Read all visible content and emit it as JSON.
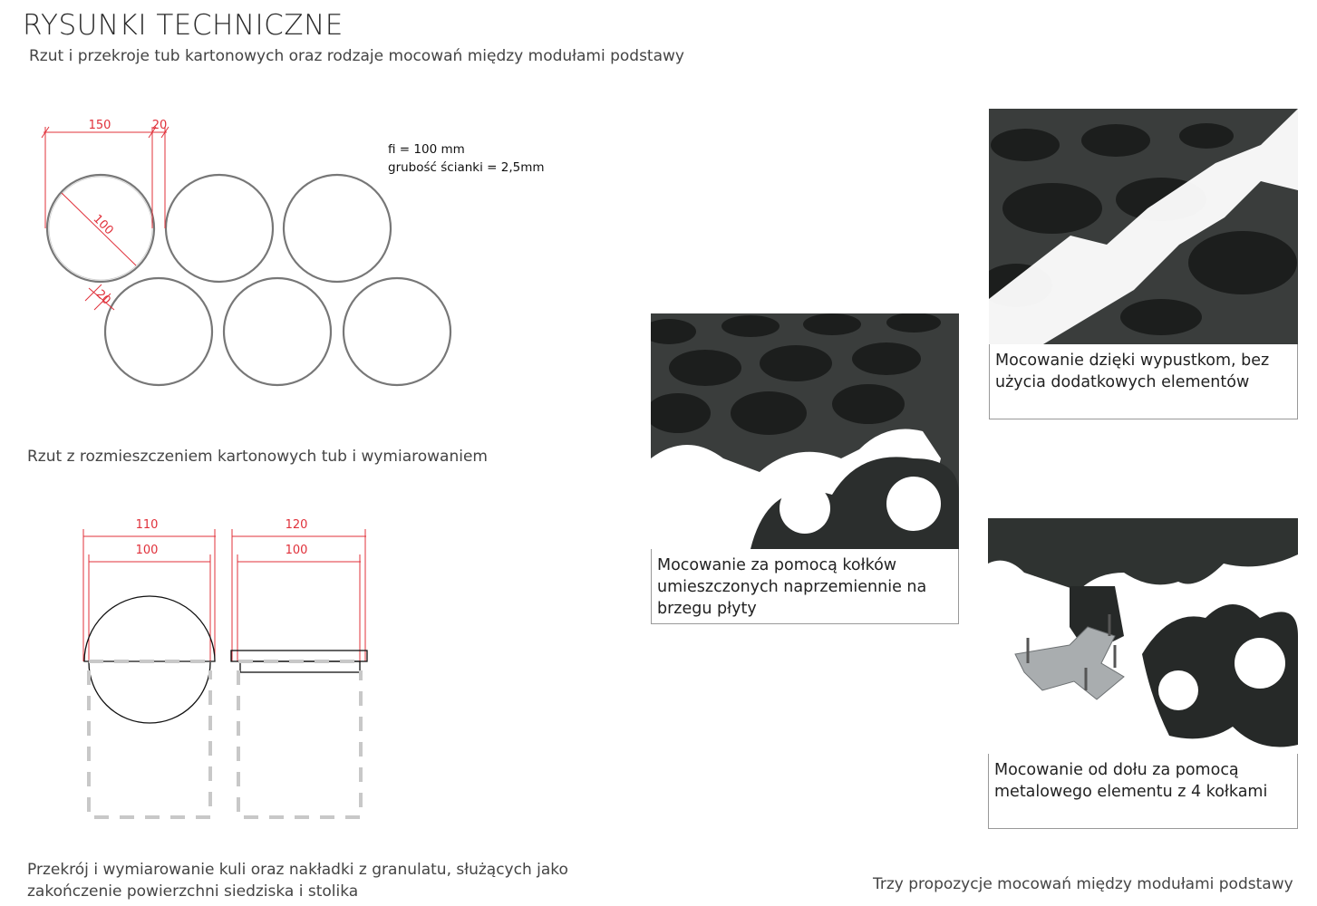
{
  "header": {
    "title": "RYSUNKI TECHNICZNE",
    "subtitle": "Rzut i przekroje tub kartonowych oraz rodzaje mocowań między modułami podstawy"
  },
  "plan": {
    "dims": {
      "spacing": "150",
      "gap": "20",
      "diameter": "100",
      "row_gap": "20"
    },
    "notes": [
      "fi = 100 mm",
      "grubość ścianki = 2,5mm"
    ],
    "caption": "Rzut z rozmieszczeniem kartonowych tub i wymiarowaniem"
  },
  "section": {
    "ball": {
      "outer": "110",
      "inner": "100"
    },
    "cap": {
      "outer": "120",
      "inner": "100"
    },
    "caption_lines": [
      "Przekrój i wymiarowanie kuli oraz nakładki z granulatu, służących jako",
      "zakończenie powierzchni siedziska i stolika"
    ]
  },
  "mountings": {
    "items": [
      {
        "caption_lines": [
          "Mocowanie dzięki wypustkom, bez",
          "użycia dodatkowych elementów"
        ]
      },
      {
        "caption_lines": [
          "Mocowanie za pomocą kołków",
          "umieszczonych naprzemiennie na",
          "brzegu płyty"
        ]
      },
      {
        "caption_lines": [
          "Mocowanie od dołu za pomocą",
          "metalowego elementu z 4 kołkami"
        ]
      }
    ],
    "caption": "Trzy propozycje mocowań między modułami podstawy"
  },
  "colors": {
    "dimension": "#e0303a",
    "foam": "#2f3331",
    "dashed": "#c8c8c8"
  }
}
